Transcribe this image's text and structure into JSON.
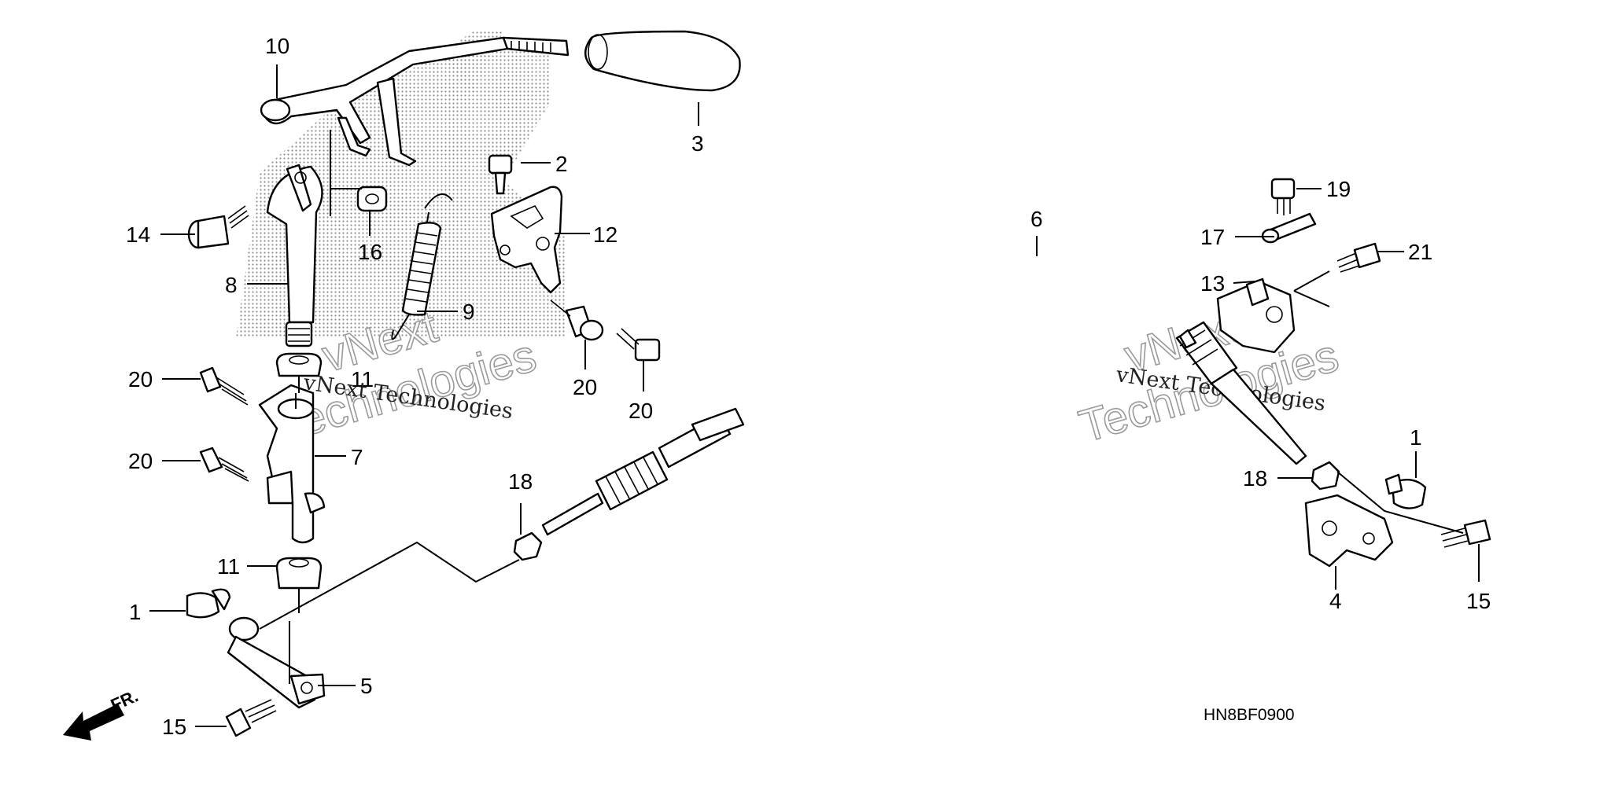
{
  "diagram_code": "HN8BF0900",
  "direction_label": "FR.",
  "callouts": [
    {
      "id": "c10",
      "label": "10"
    },
    {
      "id": "c3",
      "label": "3"
    },
    {
      "id": "c2",
      "label": "2"
    },
    {
      "id": "c14",
      "label": "14"
    },
    {
      "id": "c16",
      "label": "16"
    },
    {
      "id": "c12",
      "label": "12"
    },
    {
      "id": "c8",
      "label": "8"
    },
    {
      "id": "c9",
      "label": "9"
    },
    {
      "id": "c20a",
      "label": "20"
    },
    {
      "id": "c20b",
      "label": "20"
    },
    {
      "id": "c20c",
      "label": "20"
    },
    {
      "id": "c20d",
      "label": "20"
    },
    {
      "id": "c11a",
      "label": "11"
    },
    {
      "id": "c7",
      "label": "7"
    },
    {
      "id": "c11b",
      "label": "11"
    },
    {
      "id": "c18a",
      "label": "18"
    },
    {
      "id": "c1a",
      "label": "1"
    },
    {
      "id": "c5",
      "label": "5"
    },
    {
      "id": "c15a",
      "label": "15"
    },
    {
      "id": "c6",
      "label": "6"
    },
    {
      "id": "c19",
      "label": "19"
    },
    {
      "id": "c17",
      "label": "17"
    },
    {
      "id": "c21",
      "label": "21"
    },
    {
      "id": "c13",
      "label": "13"
    },
    {
      "id": "c1b",
      "label": "1"
    },
    {
      "id": "c18b",
      "label": "18"
    },
    {
      "id": "c4",
      "label": "4"
    },
    {
      "id": "c15b",
      "label": "15"
    }
  ],
  "watermarks": [
    {
      "text": "vNext"
    },
    {
      "text": "Technologies"
    },
    {
      "text": "vNext Technologies"
    },
    {
      "text": "vNext"
    },
    {
      "text": "Technologies"
    },
    {
      "text": "vNext Technologies"
    }
  ]
}
